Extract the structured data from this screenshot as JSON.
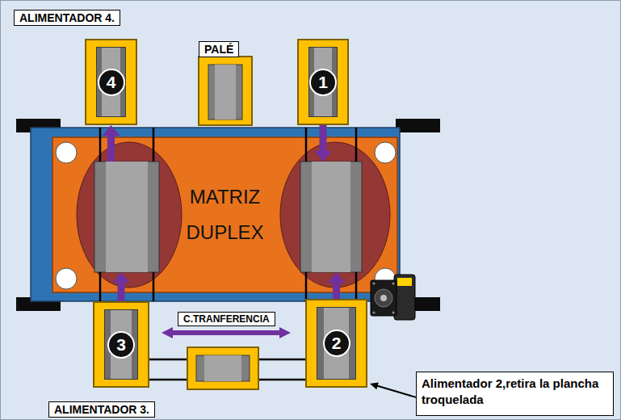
{
  "diagram": {
    "nodes": [
      {
        "text": [
          "ALIMENTADOR 4."
        ]
      },
      {
        "text": [
          "4"
        ]
      },
      {
        "text": [
          "PALÉ"
        ]
      },
      {
        "text": [
          "1"
        ]
      },
      {
        "text": [
          "MATRIZ DUPLEX"
        ]
      },
      {
        "text": [
          "C.TRANFERENCIA"
        ]
      },
      {
        "text": [
          "3"
        ]
      },
      {
        "text": [
          "2"
        ]
      },
      {
        "text": [
          "Alimentador 2,retira la plancha troquelada"
        ]
      },
      {
        "text": [
          "ALIMENTADOR 3."
        ]
      }
    ],
    "edges": [
      {
        "from": 3,
        "to": 4,
        "arrow": "to"
      },
      {
        "from": 7,
        "to": 4,
        "arrow": "to"
      },
      {
        "from": 6,
        "to": 4,
        "arrow": "to"
      },
      {
        "from": 4,
        "to": 1,
        "arrow": "to"
      },
      {
        "from": 8,
        "to": 7,
        "arrow": "to"
      }
    ]
  }
}
